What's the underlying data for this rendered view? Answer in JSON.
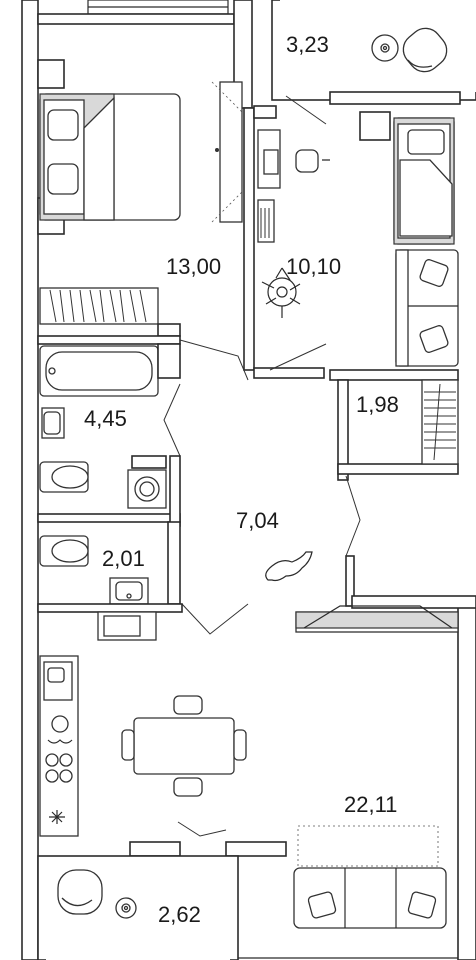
{
  "rooms": [
    {
      "id": "balcony-top",
      "area": "3,23"
    },
    {
      "id": "bedroom-master",
      "area": "13,00"
    },
    {
      "id": "bedroom-second",
      "area": "10,10"
    },
    {
      "id": "bathroom",
      "area": "4,45"
    },
    {
      "id": "wardrobe",
      "area": "1,98"
    },
    {
      "id": "hallway",
      "area": "7,04"
    },
    {
      "id": "toilet",
      "area": "2,01"
    },
    {
      "id": "living-kitchen",
      "area": "22,11"
    },
    {
      "id": "balcony-bottom",
      "area": "2,62"
    }
  ],
  "colors": {
    "wall": "#2b2b2b",
    "furniture_fill": "#d9d9d9",
    "background": "#ffffff"
  }
}
